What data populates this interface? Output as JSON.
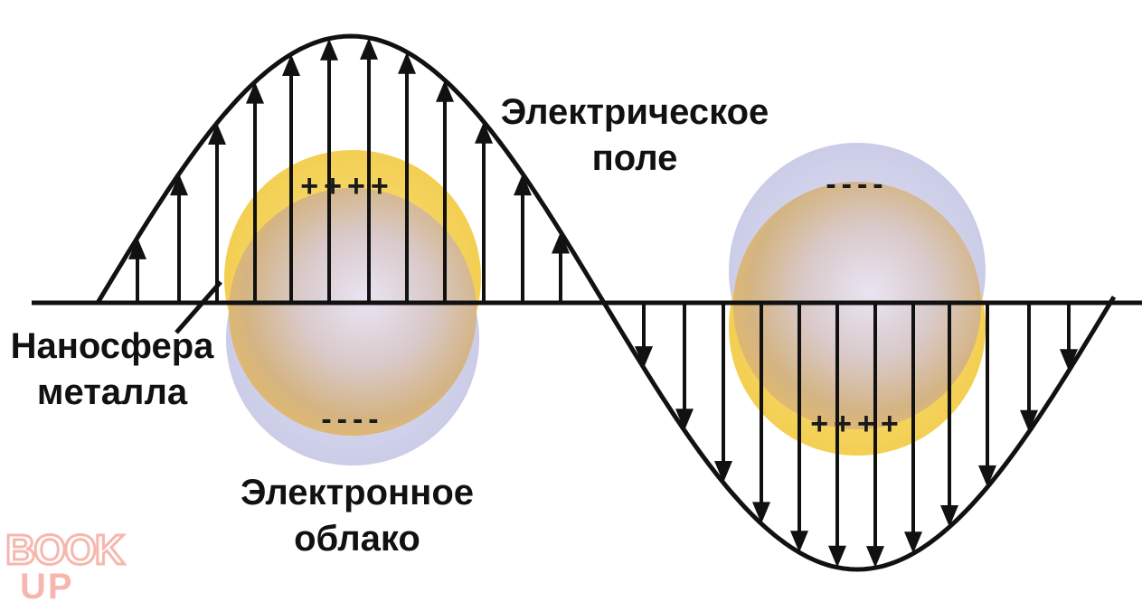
{
  "labels": {
    "field_line1": "Электрическое",
    "field_line2": "поле",
    "sphere_line1": "Наносфера",
    "sphere_line2": "металла",
    "cloud_line1": "Электронное",
    "cloud_line2": "облако"
  },
  "charges": {
    "left_positive": "++++",
    "left_negative": "----",
    "right_negative": "----",
    "right_positive": "++++"
  },
  "logo": {
    "top": "BOOK",
    "bottom": "UP"
  },
  "colors": {
    "wave": "#111111",
    "sphere_gold": "#f5d35a",
    "electron_cloud": "#cfd0ea",
    "logo": "#f6b7ae"
  }
}
